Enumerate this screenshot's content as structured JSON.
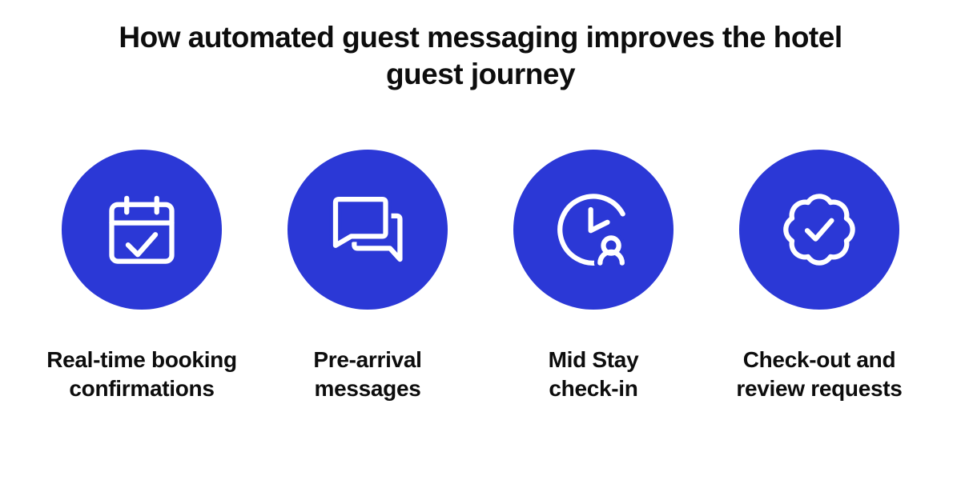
{
  "title": "How automated guest messaging improves the hotel\nguest journey",
  "colors": {
    "accent": "#2B38D6",
    "text": "#0D0D0D",
    "background": "#FFFFFF",
    "icon_stroke": "#FFFFFF"
  },
  "steps": [
    {
      "icon": "calendar-check-icon",
      "label": "Real-time booking\nconfirmations"
    },
    {
      "icon": "chat-bubbles-icon",
      "label": "Pre-arrival\nmessages"
    },
    {
      "icon": "clock-user-icon",
      "label": "Mid Stay\ncheck-in"
    },
    {
      "icon": "badge-check-icon",
      "label": "Check-out and\nreview requests"
    }
  ]
}
